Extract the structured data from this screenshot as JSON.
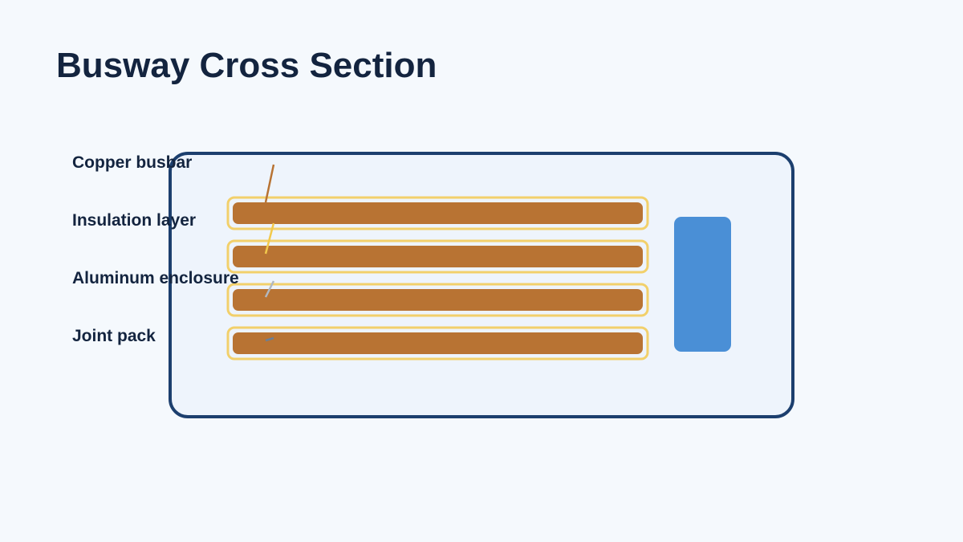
{
  "title": "Busway Cross Section",
  "labels": [
    {
      "text": "Copper busbar",
      "color": "#b87333"
    },
    {
      "text": "Insulation layer",
      "color": "#f2c94c"
    },
    {
      "text": "Aluminum enclosure",
      "color": "#b0b8c1"
    },
    {
      "text": "Joint pack",
      "color": "#6a7f96"
    }
  ],
  "colors": {
    "background": "#f5f9fd",
    "enclosure_stroke": "#1c3f6e",
    "enclosure_fill": "#eef4fc",
    "busbar": "#b87333",
    "insulation": "#f2d06b",
    "joint_pack": "#4a8fd6",
    "text": "#13243f"
  }
}
